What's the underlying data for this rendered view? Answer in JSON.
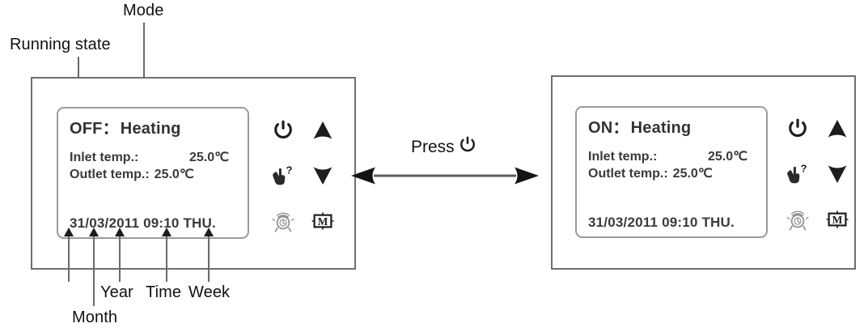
{
  "diagram": {
    "title_annotations": [
      {
        "id": "running-state",
        "label": "Running state"
      },
      {
        "id": "mode",
        "label": "Mode"
      }
    ],
    "bottom_annotations": [
      {
        "id": "day",
        "label": ""
      },
      {
        "id": "month",
        "label": "Month"
      },
      {
        "id": "year",
        "label": "Year"
      },
      {
        "id": "time",
        "label": "Time"
      },
      {
        "id": "week",
        "label": "Week"
      }
    ],
    "transition": {
      "label": "Press",
      "icon": "power-icon",
      "arrow": "double-headed-arrow"
    },
    "colors": {
      "panel_border": "#6f6f6f",
      "lcd_border": "#9a9a9a",
      "text": "#333333",
      "leader_line": "#6a6a6a",
      "arrowhead": "#1d1d1d"
    }
  },
  "panels": [
    {
      "id": "panel-off",
      "state_label": "OFF",
      "separator": "：",
      "mode_label": "Heating",
      "inlet": {
        "label": "Inlet temp.:",
        "value": "25.0℃"
      },
      "outlet": {
        "label": "Outlet temp.:",
        "value": "25.0℃"
      },
      "datetime": "31/03/2011 09:10 THU.",
      "keys": [
        {
          "id": "power",
          "icon": "power-icon"
        },
        {
          "id": "up",
          "icon": "triangle-up-icon"
        },
        {
          "id": "help",
          "icon": "hand-question-icon"
        },
        {
          "id": "down",
          "icon": "triangle-down-icon"
        },
        {
          "id": "timer",
          "icon": "alarm-clock-icon"
        },
        {
          "id": "memory",
          "icon": "boxed-m-icon"
        }
      ]
    },
    {
      "id": "panel-on",
      "state_label": "ON",
      "separator": "：",
      "mode_label": "Heating",
      "inlet": {
        "label": "Inlet temp.:",
        "value": "25.0℃"
      },
      "outlet": {
        "label": "Outlet temp.:",
        "value": "25.0℃"
      },
      "datetime": "31/03/2011 09:10 THU.",
      "keys": [
        {
          "id": "power",
          "icon": "power-icon"
        },
        {
          "id": "up",
          "icon": "triangle-up-icon"
        },
        {
          "id": "help",
          "icon": "hand-question-icon"
        },
        {
          "id": "down",
          "icon": "triangle-down-icon"
        },
        {
          "id": "timer",
          "icon": "alarm-clock-icon"
        },
        {
          "id": "memory",
          "icon": "boxed-m-icon"
        }
      ]
    }
  ]
}
